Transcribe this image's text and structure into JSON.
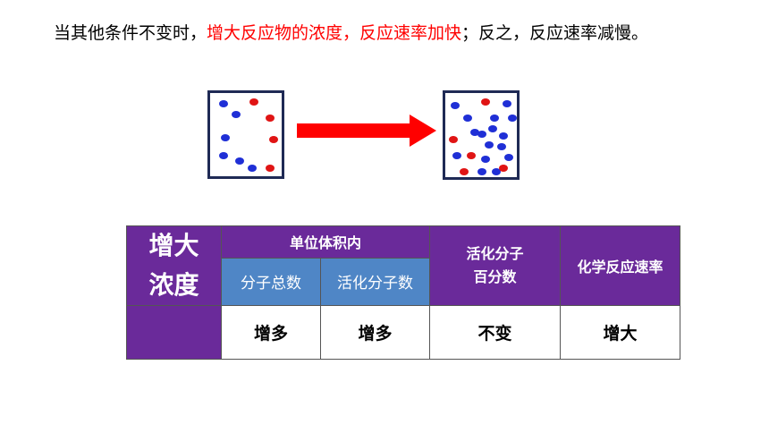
{
  "headline": {
    "prefix": "当其他条件不变时，",
    "highlight": "增大反应物的浓度，反应速率加快",
    "suffix": "；反之，反应速率减慢。",
    "highlight_color": "#ff0000"
  },
  "diagram": {
    "before_box": {
      "molecules": [
        {
          "color": "blue"
        },
        {
          "color": "red"
        },
        {
          "color": "blue"
        },
        {
          "color": "red"
        },
        {
          "color": "blue"
        },
        {
          "color": "red"
        },
        {
          "color": "blue"
        },
        {
          "color": "blue"
        },
        {
          "color": "blue"
        },
        {
          "color": "red"
        }
      ]
    },
    "arrow": {
      "color": "#ff0000",
      "icon": "right-arrow-icon"
    },
    "after_box": {
      "molecules": [
        {
          "color": "blue"
        },
        {
          "color": "red"
        },
        {
          "color": "blue"
        },
        {
          "color": "blue"
        },
        {
          "color": "blue"
        },
        {
          "color": "blue"
        },
        {
          "color": "red"
        },
        {
          "color": "blue"
        },
        {
          "color": "blue"
        },
        {
          "color": "red"
        },
        {
          "color": "blue"
        },
        {
          "color": "blue"
        },
        {
          "color": "blue"
        },
        {
          "color": "blue"
        },
        {
          "color": "blue"
        },
        {
          "color": "red"
        },
        {
          "color": "blue"
        },
        {
          "color": "blue"
        },
        {
          "color": "red"
        },
        {
          "color": "blue"
        },
        {
          "color": "blue"
        }
      ]
    }
  },
  "table": {
    "row_header": "增大浓度",
    "row_header_line1": "增大",
    "row_header_line2": "浓度",
    "group_header": "单位体积内",
    "sub_headers": [
      "分子总数",
      "活化分子数"
    ],
    "col_activation": "活化分子百分数",
    "col_activation_line1": "活化分子",
    "col_activation_line2": "百分数",
    "col_rate": "化学反应速率",
    "values": [
      "增多",
      "增多",
      "不变",
      "增大"
    ],
    "colors": {
      "purple": "#6a2a9a",
      "blue": "#4f86c6"
    }
  }
}
